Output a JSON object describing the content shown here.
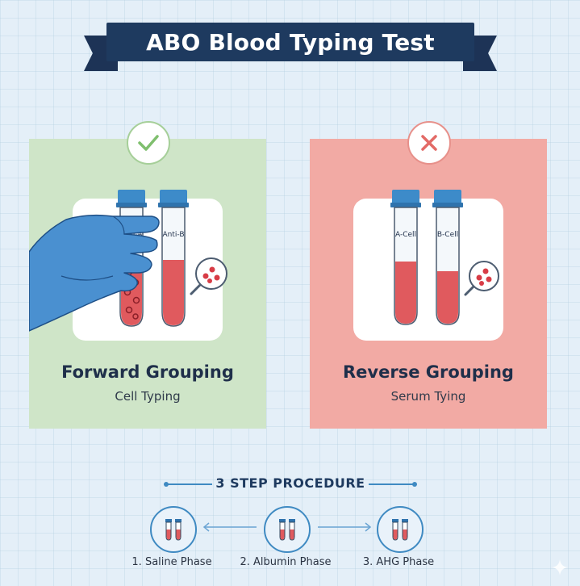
{
  "title": "ABO Blood Typing Test",
  "forward": {
    "heading": "Forward Grouping",
    "subheading": "Cell Typing",
    "tube_labels": [
      "Anti-A",
      "Anti-B"
    ],
    "status": "check-icon"
  },
  "reverse": {
    "heading": "Reverse Grouping",
    "subheading": "Serum Tying",
    "tube_labels": [
      "A-Cell",
      "B-Cell"
    ],
    "status": "cross-icon"
  },
  "procedure": {
    "title": "3 STEP PROCEDURE",
    "steps": [
      {
        "label": "1. Saline Phase"
      },
      {
        "label": "2. Albumin Phase"
      },
      {
        "label": "3. AHG Phase"
      }
    ]
  },
  "colors": {
    "banner": "#1e3a5f",
    "forward_panel": "#cfe5c8",
    "reverse_panel": "#f2aaa4",
    "tube_cap": "#3d8bc9",
    "blood": "#e05a5e",
    "glove": "#4a90d0"
  }
}
